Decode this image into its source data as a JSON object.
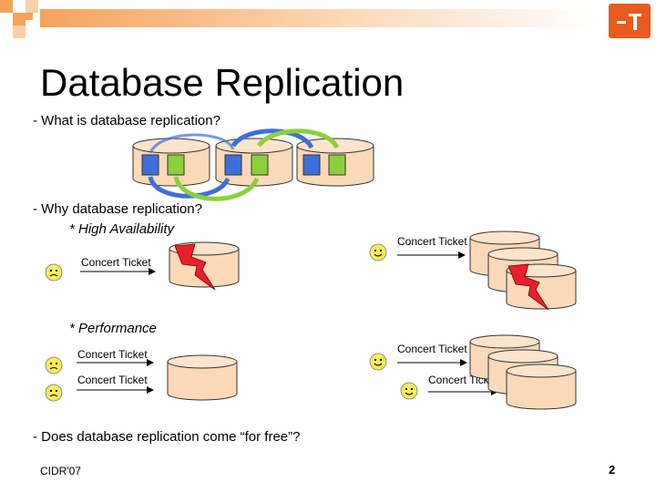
{
  "slide": {
    "title": "Database Replication",
    "bullets": {
      "what": "- What is database replication?",
      "why": "- Why database replication?",
      "free": "- Does database replication come “for free”?"
    },
    "sub_items": {
      "availability": "* High Availability",
      "performance": "* Performance"
    },
    "request_label": "Concert Ticket",
    "footer": "CIDR'07",
    "page_number": "2"
  },
  "colors": {
    "db_fill": "#fcd9b8",
    "db_stroke": "#333333",
    "blue_block": "#3f6fd8",
    "green_block": "#8ccf3c",
    "lightning": "#e8202a",
    "smiley": "#f5ec5a",
    "accent_orange": "#e85a1e",
    "topbar_orange": "#f6a25c"
  },
  "icons": [
    "database-icon",
    "lightning-icon",
    "smiley-happy-icon",
    "smiley-sad-icon",
    "arrow-icon",
    "logo-icon"
  ]
}
